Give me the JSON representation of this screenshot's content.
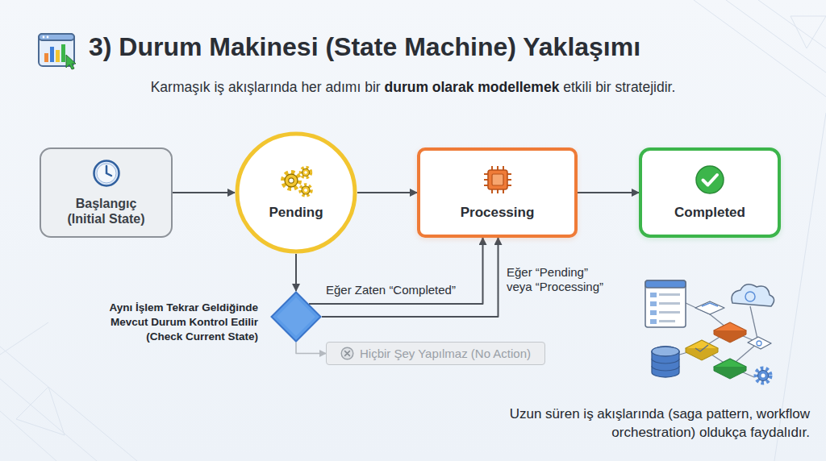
{
  "diagram": {
    "title": "3) Durum Makinesi (State Machine) Yaklaşımı",
    "caption": "Uzun süren iş akışlarında (saga pattern, workflow orchestration) oldukça faydalıdır.",
    "nodes": [
      {
        "text": [
          "Başlangıç (Initial State)"
        ]
      },
      {
        "text": [
          "Pending"
        ]
      },
      {
        "text": [
          "Processing"
        ]
      },
      {
        "text": [
          "Completed"
        ]
      },
      {
        "text": [
          "Aynı İşlem Tekrar Geldiğinde Mevcut Durum Kontrol Edilir (Check Current State)"
        ]
      },
      {
        "text": [
          "Hiçbir Şey Yapılmaz (No Action)"
        ]
      }
    ],
    "edges": [
      {
        "from": 0,
        "to": 1,
        "arrow": "to"
      },
      {
        "from": 1,
        "to": 2,
        "arrow": "to"
      },
      {
        "from": 2,
        "to": 3,
        "arrow": "to"
      },
      {
        "from": 1,
        "to": 4,
        "arrow": "to"
      },
      {
        "from": 4,
        "to": 2,
        "label": "Eğer Zaten “Completed”",
        "arrow": "to"
      },
      {
        "from": 4,
        "to": 2,
        "label": "Eğer “Pending” veya “Processing”",
        "arrow": "to"
      },
      {
        "from": 4,
        "to": 5,
        "arrow": "to"
      }
    ],
    "labels": [
      "Karmaşık iş akışlarında her adımı bir",
      "durum olarak modellemek",
      "etkili bir stratejidir."
    ]
  }
}
